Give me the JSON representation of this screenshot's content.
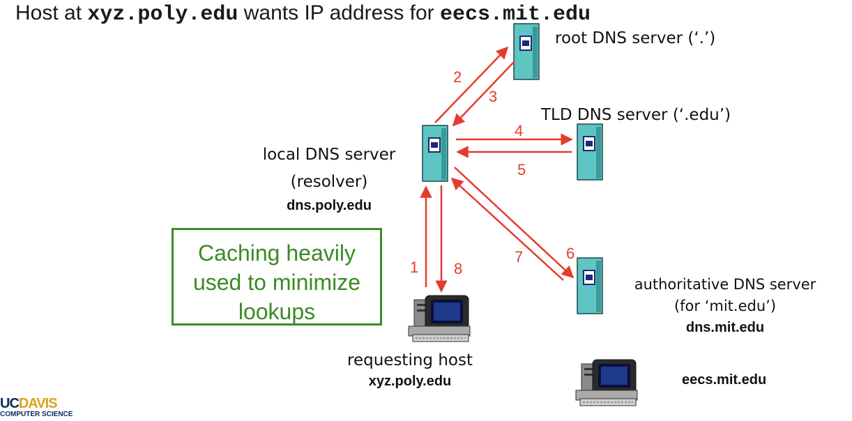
{
  "title": {
    "prefix": "Host at ",
    "host": "xyz.poly.edu",
    "middle": " wants IP address for ",
    "target": "eecs.mit.edu"
  },
  "nodes": {
    "root": {
      "label": "root DNS server (‘.’)"
    },
    "tld": {
      "label": "TLD DNS server (‘.edu’)"
    },
    "local": {
      "label1": "local DNS server",
      "label2": "(resolver)",
      "hostname": "dns.poly.edu"
    },
    "auth": {
      "label1": "authoritative DNS server",
      "label2": "(for ‘mit.edu’)",
      "hostname": "dns.mit.edu"
    },
    "requesting": {
      "label": "requesting host",
      "hostname": "xyz.poly.edu"
    },
    "eecs": {
      "hostname": "eecs.mit.edu"
    }
  },
  "steps": [
    "1",
    "2",
    "3",
    "4",
    "5",
    "6",
    "7",
    "8"
  ],
  "note": {
    "line1": "Caching heavily",
    "line2": "used to minimize",
    "line3": "lookups"
  },
  "logo": {
    "uc": "UC",
    "davis": "DAVIS",
    "dept": "COMPUTER SCIENCE"
  },
  "colors": {
    "arrow": "#e53a2e",
    "server": "#5fc4c4",
    "note_border": "#3f8a2a",
    "note_text": "#3a8a25"
  }
}
